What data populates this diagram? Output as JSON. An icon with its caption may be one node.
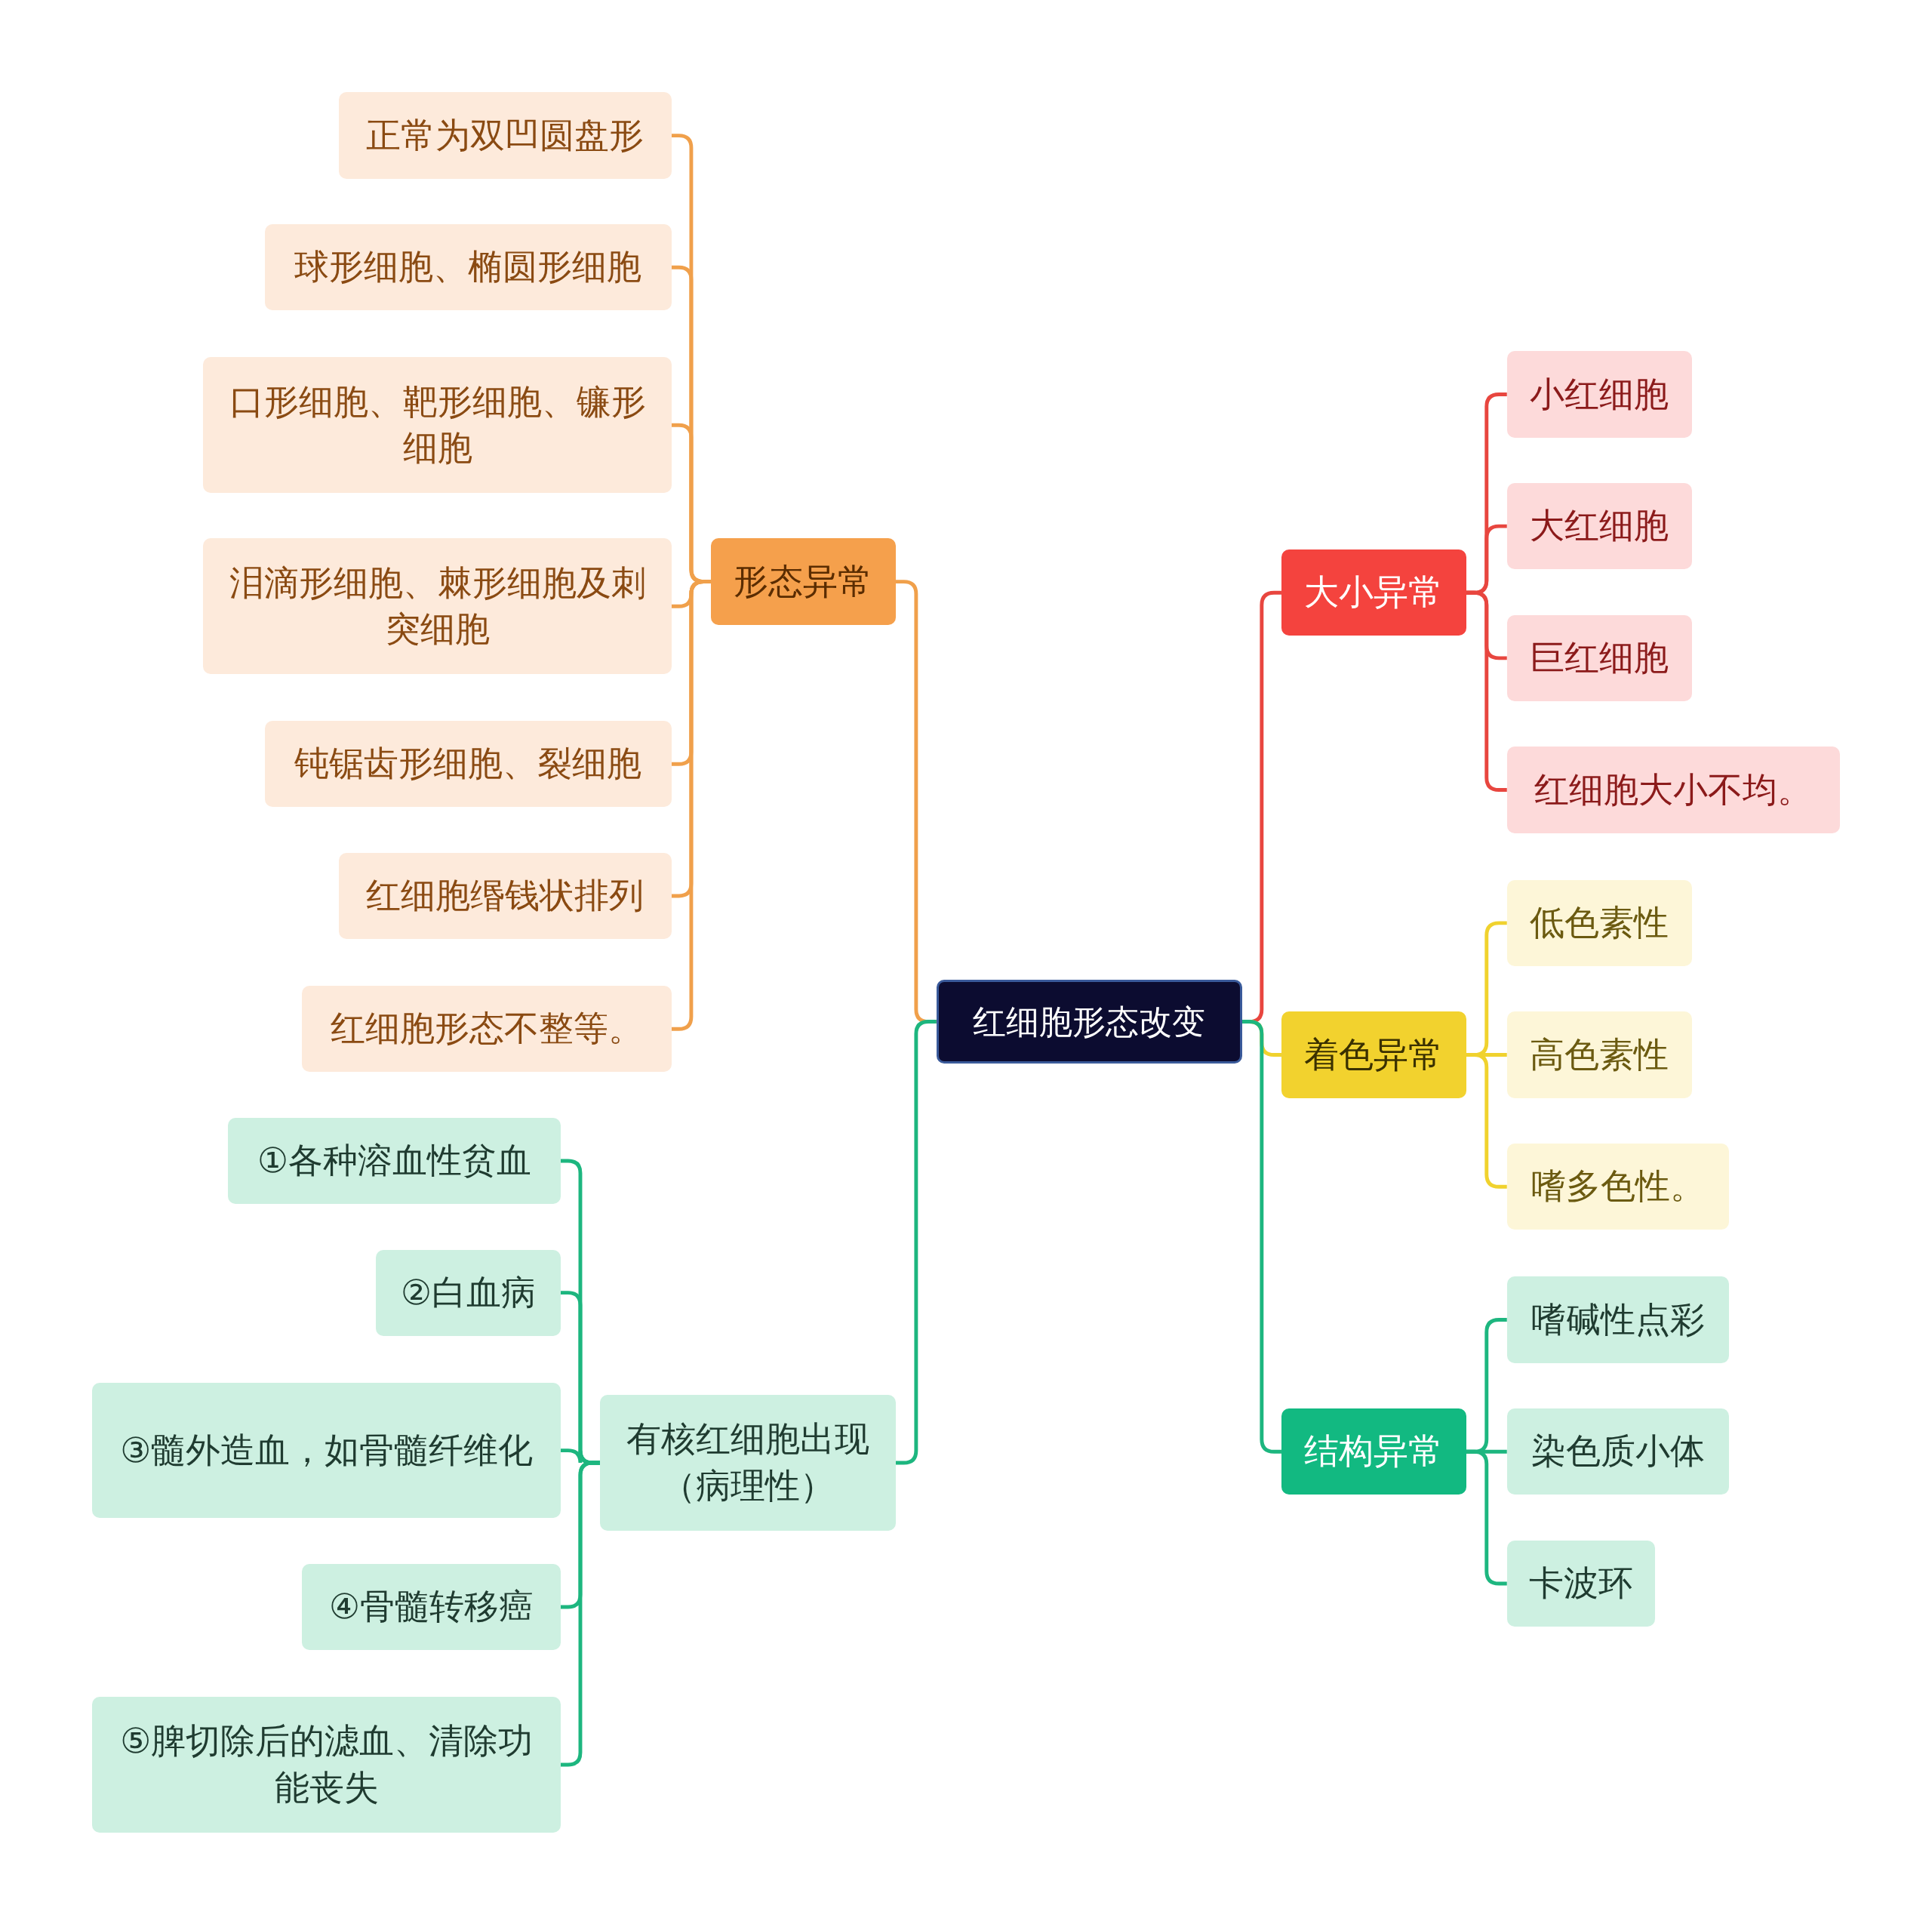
{
  "diagram": {
    "nodes": [
      {
        "text": [
          "红细胞形态改变"
        ]
      },
      {
        "text": [
          "形态异常"
        ]
      },
      {
        "text": [
          "正常为双凹圆盘形"
        ]
      },
      {
        "text": [
          "球形细胞、椭圆形细胞"
        ]
      },
      {
        "text": [
          "口形细胞、靶形细胞、镰形细胞"
        ]
      },
      {
        "text": [
          "泪滴形细胞、棘形细胞及刺突细胞"
        ]
      },
      {
        "text": [
          "钝锯齿形细胞、裂细胞"
        ]
      },
      {
        "text": [
          "红细胞缗钱状排列"
        ]
      },
      {
        "text": [
          "红细胞形态不整等。"
        ]
      },
      {
        "text": [
          "有核红细胞出现（病理性）"
        ]
      },
      {
        "text": [
          "①各种溶血性贫血"
        ]
      },
      {
        "text": [
          "②白血病"
        ]
      },
      {
        "text": [
          "③髓外造血，如骨髓纤维化"
        ]
      },
      {
        "text": [
          "④骨髓转移癌"
        ]
      },
      {
        "text": [
          "⑤脾切除后的滤血、清除功能丧失"
        ]
      },
      {
        "text": [
          "大小异常"
        ]
      },
      {
        "text": [
          "小红细胞"
        ]
      },
      {
        "text": [
          "大红细胞"
        ]
      },
      {
        "text": [
          "巨红细胞"
        ]
      },
      {
        "text": [
          "红细胞大小不均。"
        ]
      },
      {
        "text": [
          "着色异常"
        ]
      },
      {
        "text": [
          "低色素性"
        ]
      },
      {
        "text": [
          "高色素性"
        ]
      },
      {
        "text": [
          "嗜多色性。"
        ]
      },
      {
        "text": [
          "结构异常"
        ]
      },
      {
        "text": [
          "嗜碱性点彩"
        ]
      },
      {
        "text": [
          "染色质小体"
        ]
      },
      {
        "text": [
          "卡波环"
        ]
      }
    ],
    "edges": [
      {
        "from": 0,
        "to": 1,
        "arrow": "none",
        "color": "#f0a04b"
      },
      {
        "from": 1,
        "to": 2,
        "arrow": "none",
        "color": "#f0a04b"
      },
      {
        "from": 1,
        "to": 3,
        "arrow": "none",
        "color": "#f0a04b"
      },
      {
        "from": 1,
        "to": 4,
        "arrow": "none",
        "color": "#f0a04b"
      },
      {
        "from": 1,
        "to": 5,
        "arrow": "none",
        "color": "#f0a04b"
      },
      {
        "from": 1,
        "to": 6,
        "arrow": "none",
        "color": "#f0a04b"
      },
      {
        "from": 1,
        "to": 7,
        "arrow": "none",
        "color": "#f0a04b"
      },
      {
        "from": 1,
        "to": 8,
        "arrow": "none",
        "color": "#f0a04b"
      },
      {
        "from": 0,
        "to": 9,
        "arrow": "none"
      },
      {
        "from": 9,
        "to": 10,
        "arrow": "none"
      },
      {
        "from": 9,
        "to": 11,
        "arrow": "none"
      },
      {
        "from": 9,
        "to": 12,
        "arrow": "none"
      },
      {
        "from": 9,
        "to": 13,
        "arrow": "none"
      },
      {
        "from": 9,
        "to": 14,
        "arrow": "none"
      },
      {
        "from": 0,
        "to": 15,
        "arrow": "none",
        "color": "#e8463f"
      },
      {
        "from": 15,
        "to": 16,
        "arrow": "none",
        "color": "#e8463f"
      },
      {
        "from": 15,
        "to": 17,
        "arrow": "none",
        "color": "#e8463f"
      },
      {
        "from": 15,
        "to": 18,
        "arrow": "none",
        "color": "#e8463f"
      },
      {
        "from": 15,
        "to": 19,
        "arrow": "none",
        "color": "#e8463f"
      },
      {
        "from": 0,
        "to": 20,
        "arrow": "none",
        "color": "#f0d22e"
      },
      {
        "from": 20,
        "to": 21,
        "arrow": "none",
        "color": "#f0d22e"
      },
      {
        "from": 20,
        "to": 22,
        "arrow": "none",
        "color": "#f0d22e"
      },
      {
        "from": 20,
        "to": 23,
        "arrow": "none",
        "color": "#f0d22e"
      },
      {
        "from": 0,
        "to": 24,
        "arrow": "none"
      },
      {
        "from": 24,
        "to": 25,
        "arrow": "none"
      },
      {
        "from": 24,
        "to": 26,
        "arrow": "none"
      },
      {
        "from": 24,
        "to": 27,
        "arrow": "none"
      }
    ]
  }
}
